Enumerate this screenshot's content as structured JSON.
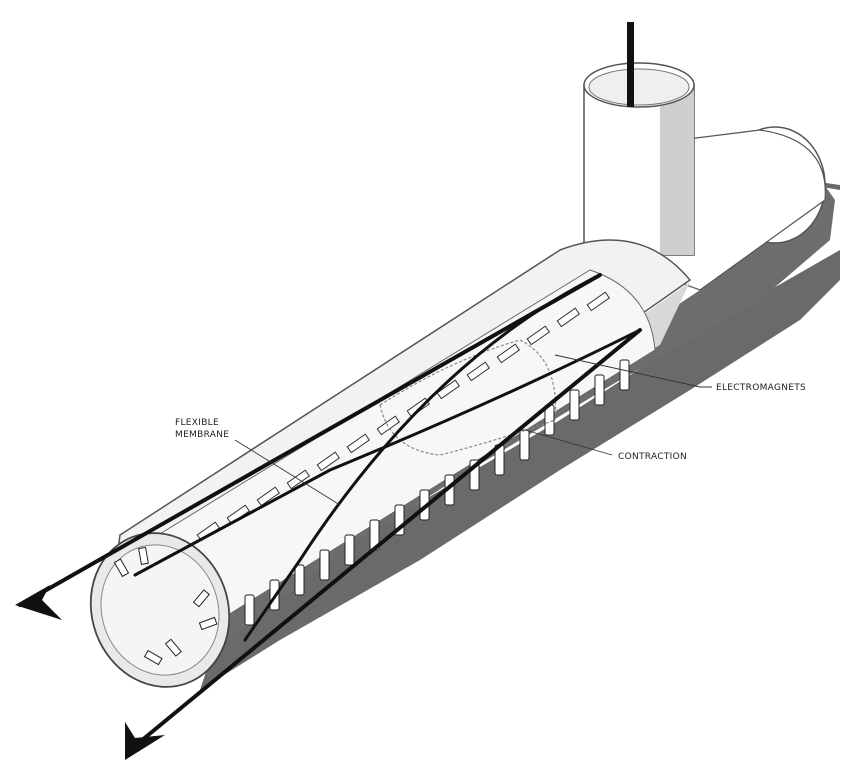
{
  "labels": {
    "flexible_line1": "FLEXIBLE",
    "flexible_line2": "MEMBRANE",
    "electromagnets": "ELECTROMAGNETS",
    "contraction": "CONTRACTION"
  },
  "colors": {
    "tube_fill": "#ececec",
    "tube_interior": "#f4f4f4",
    "shadow": "#666666",
    "outline": "#555555",
    "arrow": "#111111",
    "magnet_fill": "#ffffff"
  }
}
